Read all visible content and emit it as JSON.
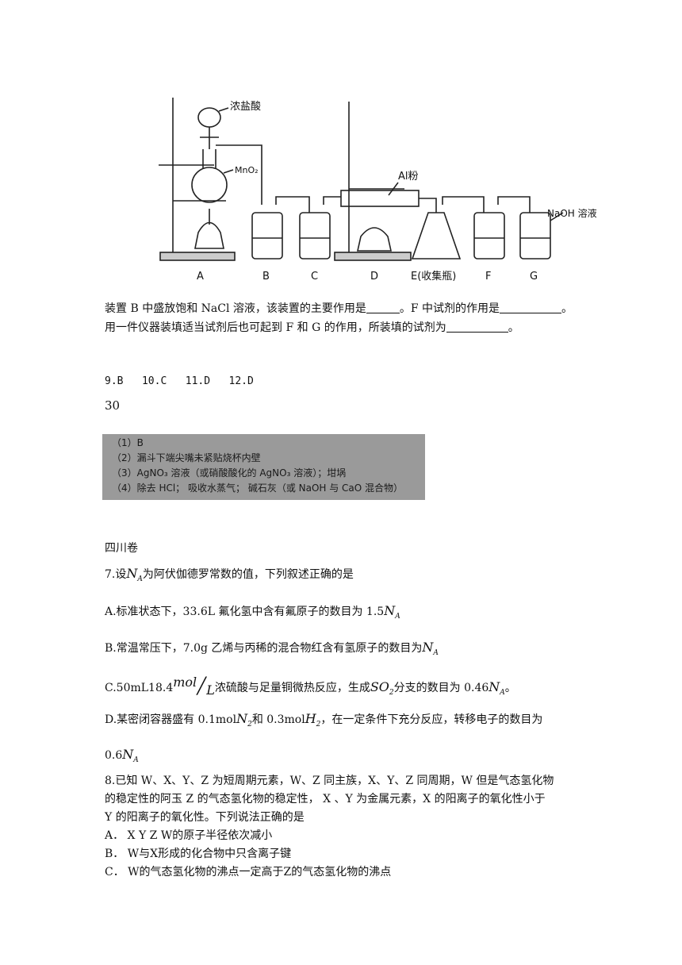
{
  "apparatus": {
    "labels": {
      "conc_hcl": "浓盐酸",
      "mno2": "MnO₂",
      "al_powder": "Al粉",
      "naoh": "NaOH 溶液",
      "A": "A",
      "B": "B",
      "C": "C",
      "D": "D",
      "E": "E(收集瓶)",
      "F": "F",
      "G": "G"
    }
  },
  "question_part": {
    "line1_a": "装置 B 中盛放饱和 NaCl 溶液，该装置的主要作用是",
    "line1_b": "。F 中试剂的作用是",
    "line1_c": "。",
    "line2_a": "用一件仪器装填适当试剂后也可起到 F 和 G 的作用，所装填的试剂为",
    "line2_b": "。"
  },
  "answers": {
    "choices": "9.B   10.C   11.D   12.D",
    "q30": "30",
    "image_lines": [
      "（1）B",
      "（2）漏斗下端尖嘴未紧贴烧杯内壁",
      "（3）AgNO₃ 溶液（或硝酸酸化的 AgNO₃ 溶液）；坩埚",
      "（4）除去 HCl；  吸收水蒸气；  碱石灰（或 NaOH 与 CaO 混合物）"
    ]
  },
  "sichuan": {
    "title": "四川卷",
    "q7_a": "7.设",
    "q7_b": "为阿伏伽德罗常数的值，下列叙述正确的是",
    "NA_N": "N",
    "NA_A": "A",
    "q7A_a": "A.标准状态下，33.6L 氟化氢中含有氟原子的数目为 1.5",
    "q7B_a": "B.常温常压下，7.0g 乙烯与丙稀的混合物红含有氢原子的数目为",
    "q7C_a": "C.50mL18.4",
    "q7C_mol": "mol",
    "q7C_L": "L",
    "q7C_b": "浓硫酸与足量铜微热反应，生成",
    "q7C_so2": "SO",
    "q7C_2": "2",
    "q7C_c": "分支的数目为 0.46",
    "q7C_d": "。",
    "q7D_a": "D.某密闭容器盛有 0.1mol",
    "q7D_n2": "N",
    "q7D_2a": "2",
    "q7D_b": "和 0.3mol",
    "q7D_h2": "H",
    "q7D_2b": "2",
    "q7D_c": "，在一定条件下充分反应，转移电子的数目为",
    "q7D_d": "0.6",
    "q8_l1": "8.已知 W、X、Y、Z 为短周期元素，W、Z 同主族，X、Y、Z 同周期，W 但是气态氢化物",
    "q8_l2": "的稳定性的阿玉 Z 的气态氢化物的稳定性， X 、Y 为金属元素，X 的阳离子的氧化性小于",
    "q8_l3": "Y 的阳离子的氧化性。下列说法正确的是",
    "q8_A": "A． X Y Z W的原子半径依次减小",
    "q8_B": "B． W与X形成的化合物中只含离子键",
    "q8_C": "C． W的气态氢化物的沸点一定高于Z的气态氢化物的沸点"
  }
}
